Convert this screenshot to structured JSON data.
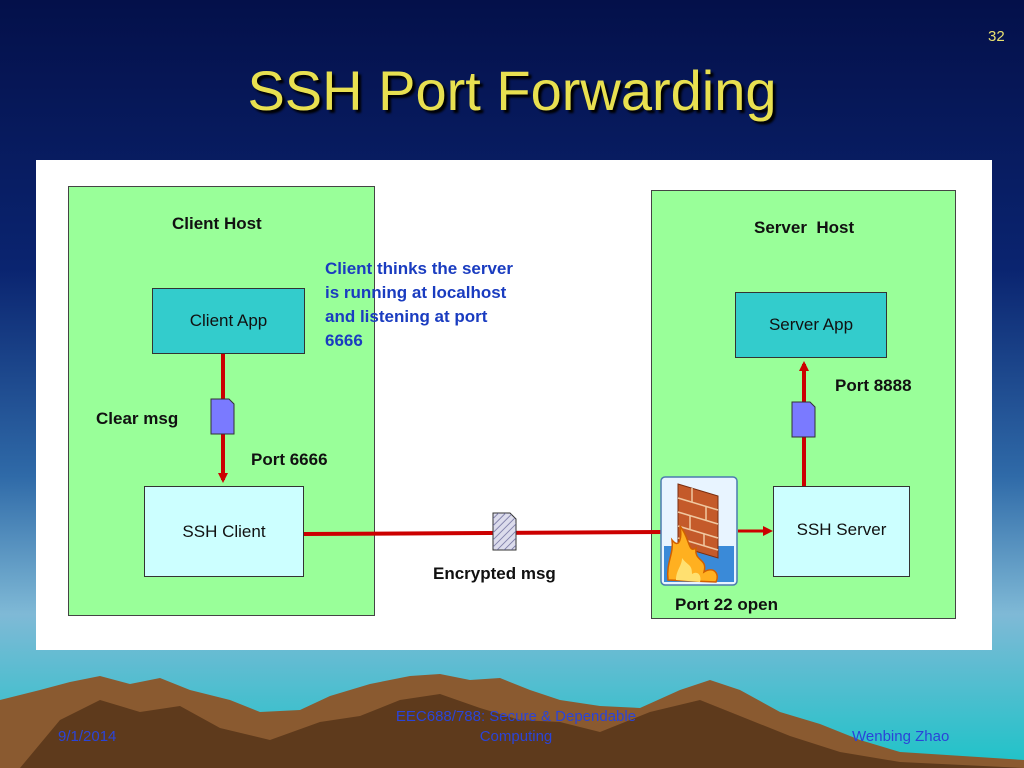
{
  "slide": {
    "number": "32",
    "title": "SSH Port Forwarding"
  },
  "diagram": {
    "client_host_label": "Client Host",
    "server_host_label": "Server  Host",
    "client_app_label": "Client App",
    "server_app_label": "Server App",
    "ssh_client_label": "SSH Client",
    "ssh_server_label": "SSH Server",
    "clear_msg_label": "Clear msg",
    "port_6666_label": "Port 6666",
    "port_8888_label": "Port 8888",
    "encrypted_msg_label": "Encrypted msg",
    "port_22_label": "Port 22 open",
    "client_note": "Client thinks the server is running at localhost and listening at port 6666",
    "icons": [
      "message-document-icon",
      "encrypted-document-icon",
      "firewall-icon"
    ],
    "colors": {
      "host_fill": "#99ff99",
      "app_fill": "#33cccc",
      "ssh_fill": "#ccffff",
      "arrow": "#cc0000",
      "msg_icon": "#7a7aff",
      "note_text": "#1a3cc0",
      "title_text": "#e8e050"
    }
  },
  "footer": {
    "date": "9/1/2014",
    "course": "EEC688/788: Secure & Dependable Computing",
    "author": "Wenbing Zhao"
  }
}
